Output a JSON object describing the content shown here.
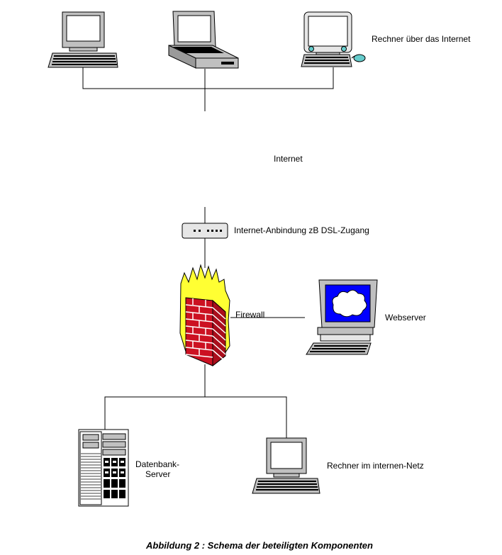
{
  "labels": {
    "internet_clients": "Rechner über das Internet",
    "internet": "Internet",
    "dsl": "Internet-Anbindung zB DSL-Zugang",
    "firewall": "Firewall",
    "webserver": "Webserver",
    "db_server_line1": "Datenbank-",
    "db_server_line2": "Server",
    "internal_pc": "Rechner im internen-Netz"
  },
  "caption": "Abbildung 2 : Schema der beteiligten Komponenten",
  "colors": {
    "line": "#000000",
    "device_gray": "#c0c0c0",
    "device_light": "#e6e6e6",
    "screen": "#ffffff",
    "webserver_screen": "#0000ff",
    "brick_red": "#cc1122",
    "flame_yellow": "#ffff33",
    "mouse_cyan": "#66cccc"
  }
}
